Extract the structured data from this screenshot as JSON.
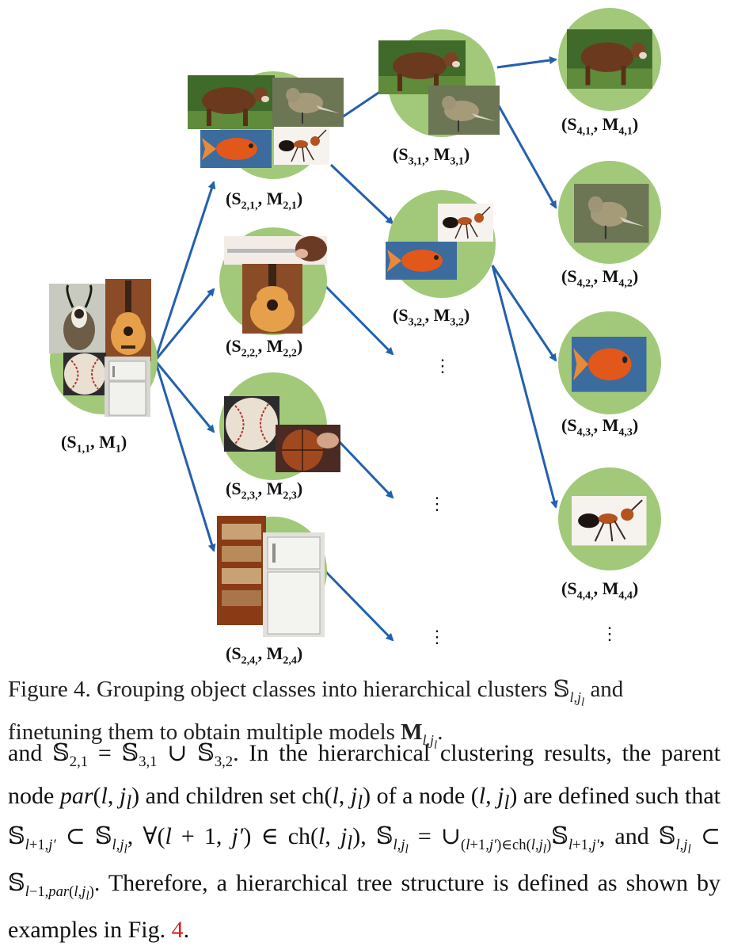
{
  "figure": {
    "labels": {
      "n11": "(S1,1, M1)",
      "n21": "(S2,1,, M2,1)",
      "n22": "(S2,2,, M2,2)",
      "n23": "(S2,3,, M2,3)",
      "n24": "(S2,4,, M2,4)",
      "n31": "(S3,1,, M3,1)",
      "n32": "(S3,2,, M3,2)",
      "n41": "(S4,1,, M4,1)",
      "n42": "(S4,2,, M4,2)",
      "n43": "(S4,3,, M4,3)",
      "n44": "(S4,4,, M4,4)"
    },
    "colors": {
      "node": "#a2c979",
      "arrow": "#2460ad"
    },
    "image_subjects": [
      "pronghorn",
      "guitar",
      "baseball",
      "refrigerator",
      "cow",
      "bird",
      "goldfish",
      "ant",
      "flute",
      "basketball",
      "bookshelf"
    ]
  },
  "caption": "Figure 4. Grouping object classes into hierarchical clusters S_{l,j_l} and finetuning them to obtain multiple models M_{l,j_l}.",
  "body_text": "and S_{2,1} = S_{3,1} ∪ S_{3,2}. In the hierarchical clustering results, the parent node par(l, j_l) and children set ch(l, j_l) of a node (l, j_l) are defined such that S_{l+1,j'} ⊂ S_{l,j_l}, ∀(l+1, j') ∈ ch(l, j_l), S_{l,j_l} = ∪_{(l+1,j')∈ch(l,j_l)} S_{l+1,j'}, and S_{l,j_l} ⊂ S_{l−1,par(l,j_l)}. Therefore, a hierarchical tree structure is defined as shown by examples in Fig. 4.",
  "figure_ref": "4"
}
